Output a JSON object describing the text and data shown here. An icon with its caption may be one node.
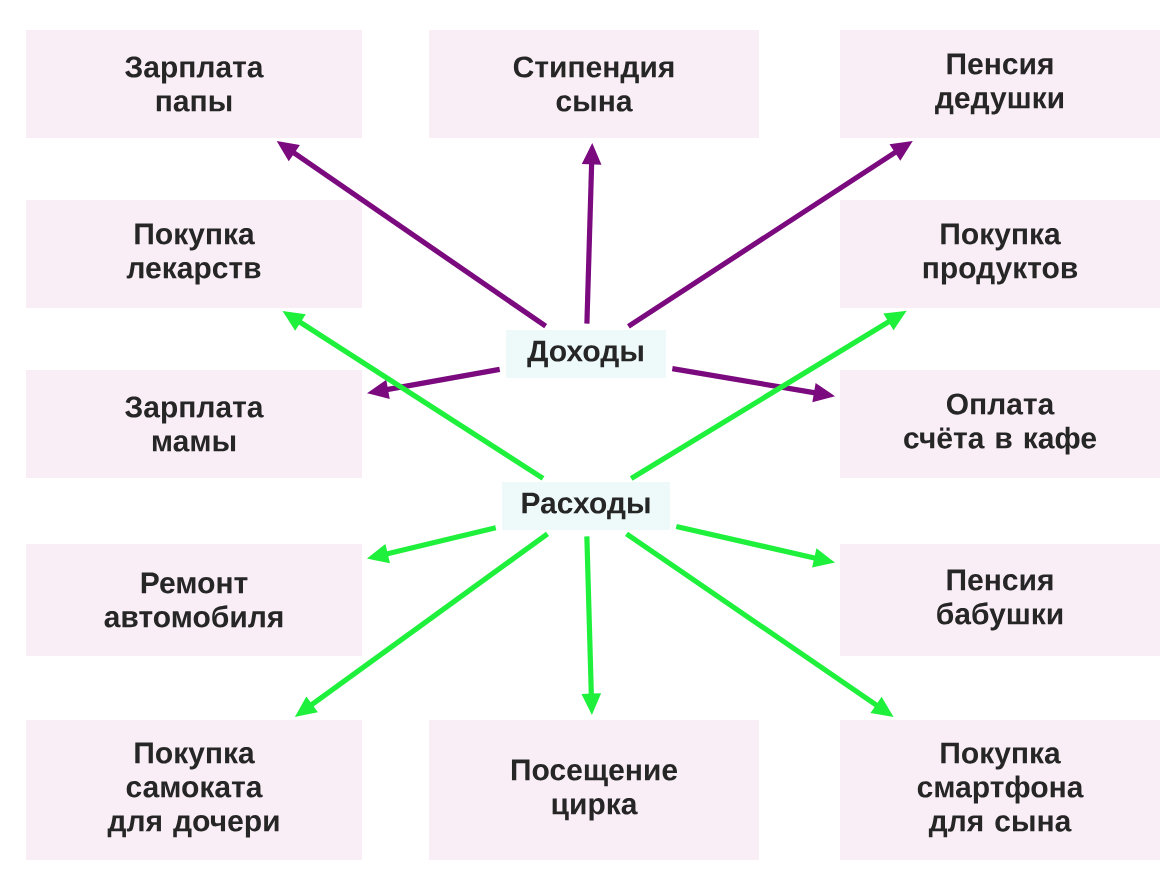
{
  "diagram": {
    "nodes": [
      {
        "text": [
          "Зарплата папы"
        ]
      },
      {
        "text": [
          "Стипендия сына"
        ]
      },
      {
        "text": [
          "Пенсия дедушки"
        ]
      },
      {
        "text": [
          "Покупка лекарств"
        ]
      },
      {
        "text": [
          "Доходы"
        ]
      },
      {
        "text": [
          "Покупка продуктов"
        ]
      },
      {
        "text": [
          "Зарплата мамы"
        ]
      },
      {
        "text": [
          "Оплата счёта в кафе"
        ]
      },
      {
        "text": [
          "Расходы"
        ]
      },
      {
        "text": [
          "Ремонт автомобиля"
        ]
      },
      {
        "text": [
          "Пенсия бабушки"
        ]
      },
      {
        "text": [
          "Покупка самоката для дочери"
        ]
      },
      {
        "text": [
          "Посещение цирка"
        ]
      },
      {
        "text": [
          "Покупка смартфона для сына"
        ]
      }
    ],
    "edges": [
      {
        "from": 4,
        "to": 0,
        "arrow": "to",
        "color": "#7a0a7e"
      },
      {
        "from": 4,
        "to": 1,
        "arrow": "to",
        "color": "#7a0a7e"
      },
      {
        "from": 4,
        "to": 2,
        "arrow": "to",
        "color": "#7a0a7e"
      },
      {
        "from": 4,
        "to": 6,
        "arrow": "to",
        "color": "#7a0a7e"
      },
      {
        "from": 4,
        "to": 7,
        "arrow": "to",
        "color": "#7a0a7e"
      },
      {
        "from": 8,
        "to": 3,
        "arrow": "to"
      },
      {
        "from": 8,
        "to": 5,
        "arrow": "to"
      },
      {
        "from": 8,
        "to": 9,
        "arrow": "to"
      },
      {
        "from": 8,
        "to": 10,
        "arrow": "to"
      },
      {
        "from": 8,
        "to": 11,
        "arrow": "to"
      },
      {
        "from": 8,
        "to": 12,
        "arrow": "to"
      },
      {
        "from": 8,
        "to": 13,
        "arrow": "to"
      }
    ]
  }
}
